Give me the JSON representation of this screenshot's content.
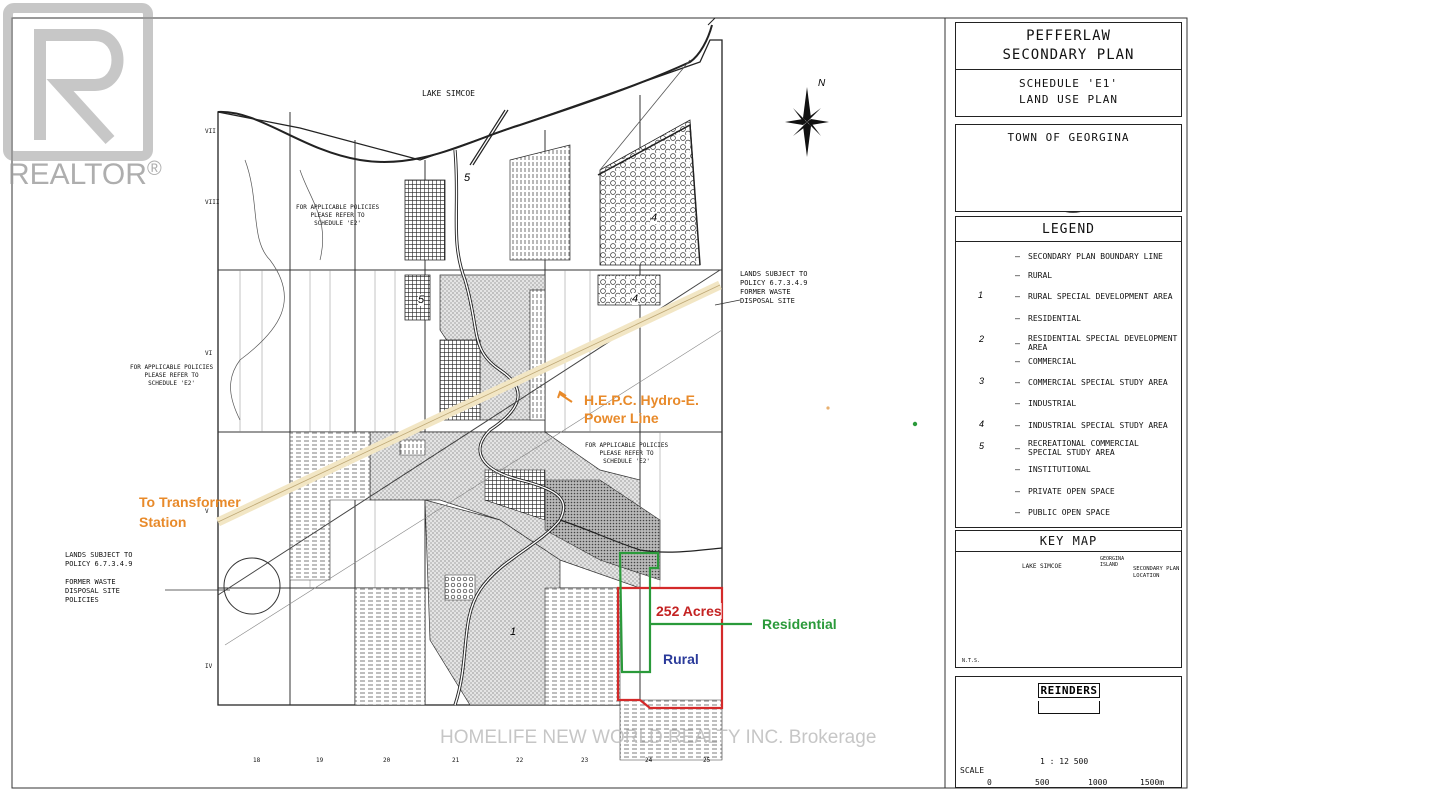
{
  "watermark": {
    "brand": "REALTOR",
    "registered": "®",
    "brokerage": "HOMELIFE NEW WORLD REALTY INC. Brokerage"
  },
  "map": {
    "lake_label": "LAKE   SIMCOE",
    "north_label": "N",
    "policy_note_1": "FOR APPLICABLE POLICIES\nPLEASE REFER TO\nSCHEDULE 'E2'",
    "policy_note_2": "FOR APPLICABLE POLICIES\nPLEASE REFER TO\nSCHEDULE 'E2'",
    "policy_note_3": "FOR APPLICABLE POLICIES\nPLEASE REFER TO\nSCHEDULE 'E2'",
    "lands_subject_right": "LANDS SUBJECT TO\nPOLICY 6.7.3.4.9\nFORMER WASTE\nDISPOSAL SITE",
    "lands_subject_left": "LANDS SUBJECT TO\nPOLICY 6.7.3.4.9\n\nFORMER WASTE\nDISPOSAL SITE\nPOLICIES",
    "left_margin_labels": [
      "VII",
      "VIII",
      "VI",
      "V",
      "IV"
    ],
    "bottom_margin_labels": [
      "18",
      "19",
      "20",
      "21",
      "22",
      "23",
      "24",
      "25"
    ],
    "zone_numbers": [
      "5",
      "5",
      "4",
      "4",
      "1"
    ],
    "annotations": {
      "hydro_line": "H.E.P.C. Hydro-E.\nPower Line",
      "transformer": "To Transformer\nStation",
      "acres": "252 Acres",
      "residential": "Residential",
      "rural": "Rural"
    },
    "colors": {
      "annotation_orange": "#e88a2a",
      "highlight_red": "#d42a2a",
      "highlight_green": "#2a9a3a",
      "rural_blue": "#2a3a9a",
      "power_line": "#f2e6c4"
    }
  },
  "sidebar": {
    "title": "PEFFERLAW\nSECONDARY PLAN",
    "schedule": "SCHEDULE 'E1'\nLAND USE PLAN",
    "town": "TOWN OF GEORGINA",
    "legend_title": "LEGEND",
    "legend": [
      {
        "label": "SECONDARY PLAN BOUNDARY LINE",
        "swatch": "line"
      },
      {
        "label": "RURAL",
        "swatch": "blank"
      },
      {
        "label": "RURAL SPECIAL DEVELOPMENT AREA",
        "swatch": "num",
        "num": "1"
      },
      {
        "label": "RESIDENTIAL",
        "swatch": "stipple"
      },
      {
        "label": "RESIDENTIAL SPECIAL DEVELOPMENT\nAREA",
        "swatch": "num-stipple",
        "num": "2"
      },
      {
        "label": "COMMERCIAL",
        "swatch": "grid"
      },
      {
        "label": "COMMERCIAL SPECIAL STUDY AREA",
        "swatch": "num-grid",
        "num": "3"
      },
      {
        "label": "INDUSTRIAL",
        "swatch": "hex"
      },
      {
        "label": "INDUSTRIAL SPECIAL STUDY AREA",
        "swatch": "num-hex",
        "num": "4"
      },
      {
        "label": "RECREATIONAL COMMERCIAL\nSPECIAL STUDY AREA",
        "swatch": "num-rec",
        "num": "5"
      },
      {
        "label": "INSTITUTIONAL",
        "swatch": "circles"
      },
      {
        "label": "PRIVATE OPEN SPACE",
        "swatch": "vlines"
      },
      {
        "label": "PUBLIC OPEN SPACE",
        "swatch": "hlines"
      }
    ],
    "key_map_title": "KEY MAP",
    "key_map_labels": {
      "lake": "LAKE  SIMCOE",
      "location": "SECONDARY PLAN\nLOCATION",
      "georgina": "GEORGINA\nISLAND",
      "nts": "N.T.S."
    },
    "consultant": "REINDERS",
    "scale": {
      "label": "SCALE",
      "ratio": "1 : 12 500",
      "ticks": [
        "0",
        "500",
        "1000",
        "1500m"
      ]
    }
  }
}
